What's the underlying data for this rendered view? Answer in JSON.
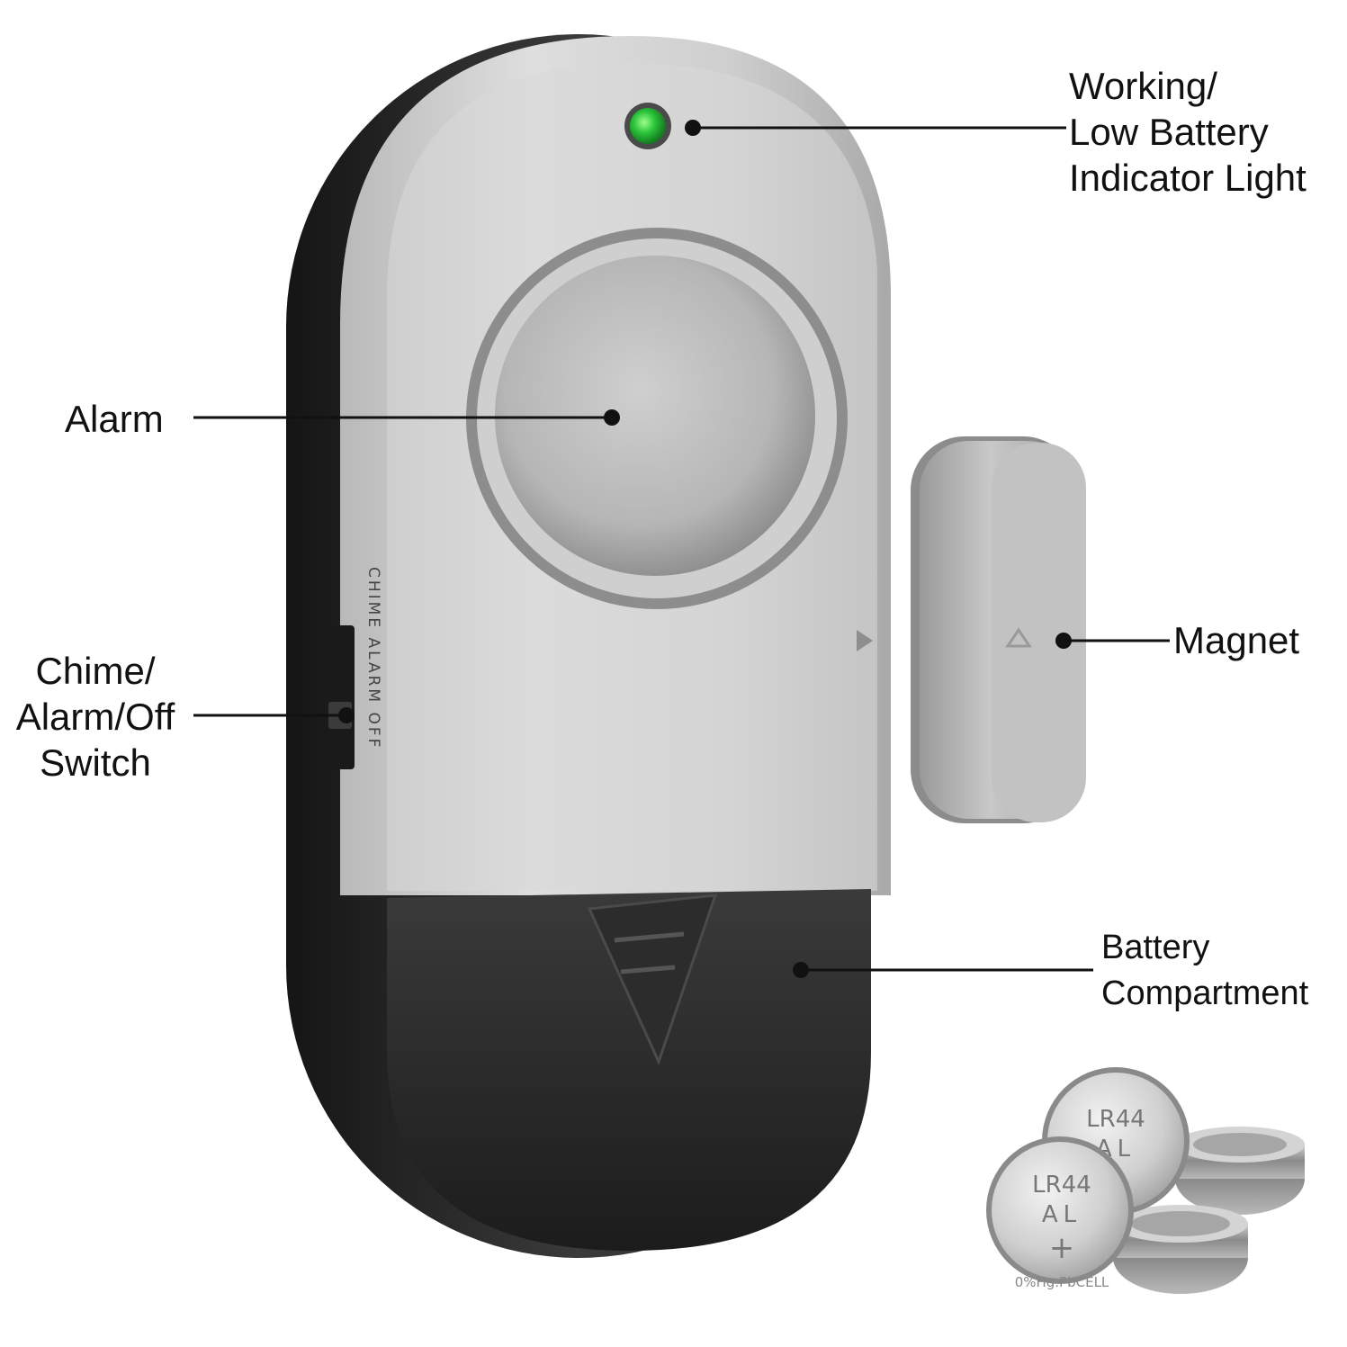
{
  "labels": {
    "indicator": {
      "lines": [
        "Working/",
        "Low Battery",
        "Indicator Light"
      ],
      "dot_icon": "pointer-dot"
    },
    "alarm": {
      "lines": [
        "Alarm"
      ],
      "dot_icon": "pointer-dot"
    },
    "switch": {
      "lines": [
        "Chime/",
        "Alarm/Off",
        "Switch"
      ],
      "dot_icon": "pointer-dot"
    },
    "magnet": {
      "lines": [
        "Magnet"
      ],
      "dot_icon": "pointer-dot"
    },
    "battery_compartment": {
      "lines": [
        "Battery",
        "Compartment"
      ],
      "dot_icon": "pointer-dot"
    }
  },
  "device": {
    "switch_text": [
      "CHIME",
      "ALARM",
      "OFF"
    ]
  },
  "batteries": {
    "model": "LR44",
    "type": "AL",
    "polarity": "+",
    "ring_text": "0%Hg.PbCELL"
  },
  "colors": {
    "led": "#2bc43a",
    "body_silver": "#c9c9c9",
    "body_dark": "#2a2a2a",
    "text": "#111111",
    "background": "#ffffff"
  }
}
